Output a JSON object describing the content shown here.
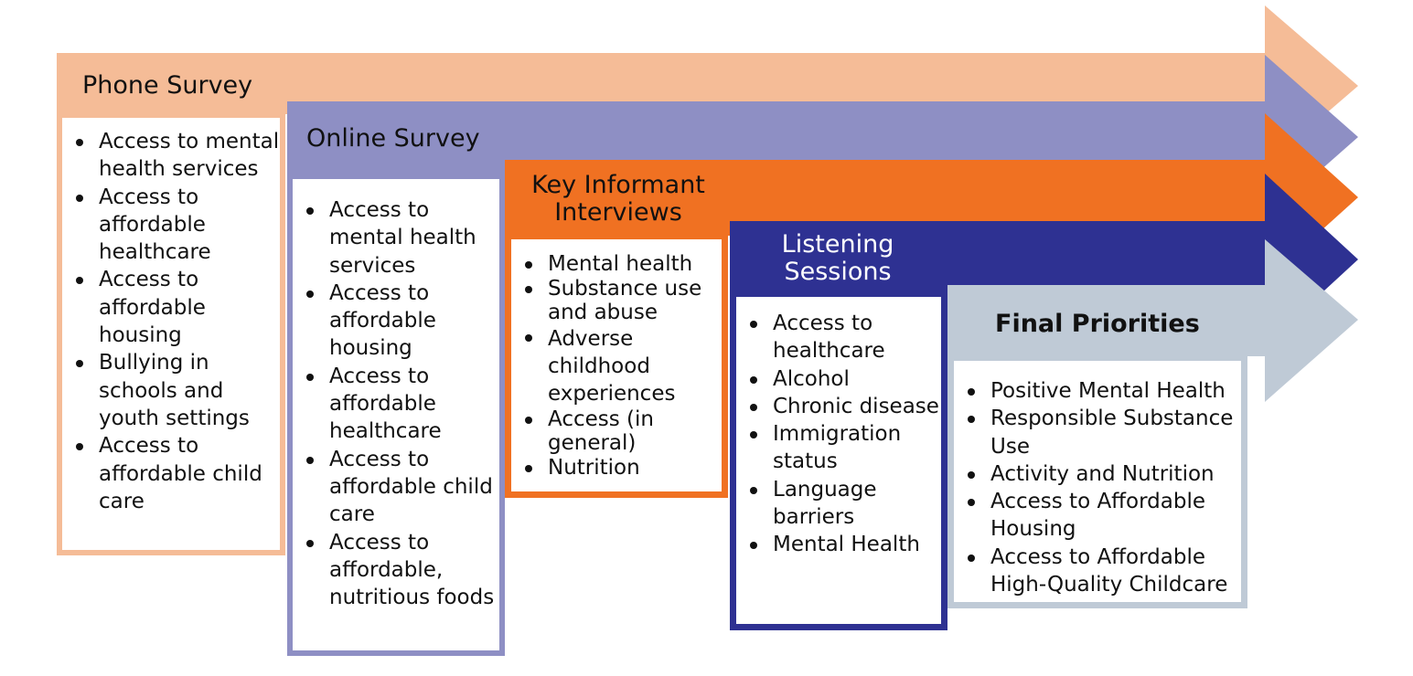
{
  "colors": {
    "phone": "#F5BC97",
    "online": "#8E8FC4",
    "key": "#F07122",
    "listening": "#2E3192",
    "final": "#BFCAD6",
    "text": "#111111"
  },
  "stages": [
    {
      "id": "phone",
      "title": "Phone Survey",
      "items": [
        "Access to mental health services",
        "Access to affordable healthcare",
        "Access to affordable housing",
        "Bullying in schools and youth settings",
        "Access to affordable child care"
      ]
    },
    {
      "id": "online",
      "title": "Online Survey",
      "items": [
        "Access to mental health services",
        "Access to affordable housing",
        "Access to affordable healthcare",
        "Access to affordable child care",
        "Access to affordable, nutritious foods"
      ]
    },
    {
      "id": "key",
      "title": "Key Informant Interviews",
      "items": [
        "Mental health",
        "Substance use and abuse",
        "Adverse childhood experiences",
        "Access (in general)",
        "Nutrition"
      ]
    },
    {
      "id": "listening",
      "title": "Listening Sessions",
      "items": [
        "Access to healthcare",
        "Alcohol",
        "Chronic disease",
        "Immigration status",
        "Language barriers",
        "Mental Health"
      ]
    },
    {
      "id": "final",
      "title": "Final Priorities",
      "items": [
        "Positive Mental Health",
        "Responsible Substance Use",
        "Activity and Nutrition",
        "Access to Affordable Housing",
        "Access to Affordable High-Quality Childcare"
      ]
    }
  ]
}
